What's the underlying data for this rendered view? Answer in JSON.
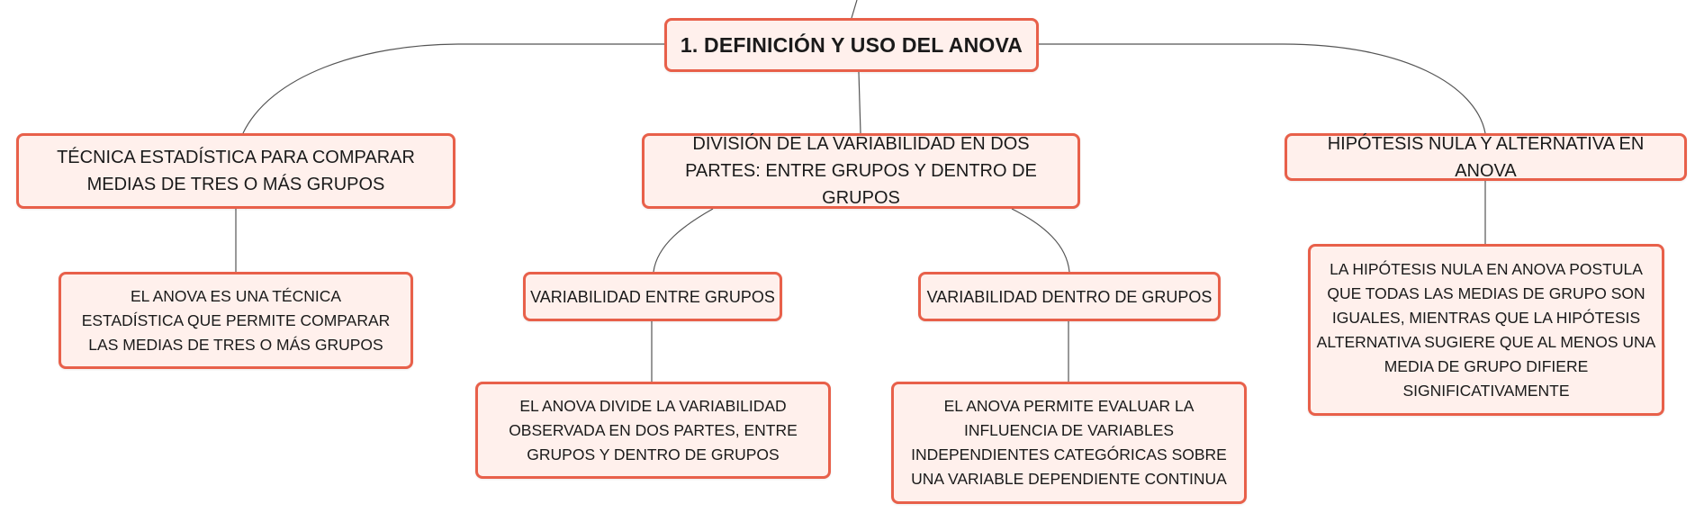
{
  "nodes": {
    "root": "1. DEFINICIÓN Y USO DEL ANOVA",
    "tecnica": "TÉCNICA ESTADÍSTICA PARA COMPARAR MEDIAS DE TRES O MÁS GRUPOS",
    "division": "DIVISIÓN DE LA VARIABILIDAD EN DOS PARTES: ENTRE GRUPOS Y DENTRO DE GRUPOS",
    "hipotesis": "HIPÓTESIS NULA Y ALTERNATIVA EN ANOVA",
    "anova_tecnica": "EL ANOVA ES UNA TÉCNICA ESTADÍSTICA QUE PERMITE COMPARAR LAS MEDIAS DE TRES O MÁS GRUPOS",
    "entre": "VARIABILIDAD ENTRE GRUPOS",
    "dentro": "VARIABILIDAD DENTRO DE GRUPOS",
    "hipotesis_desc": "LA HIPÓTESIS NULA EN ANOVA POSTULA QUE TODAS LAS MEDIAS DE GRUPO SON IGUALES, MIENTRAS QUE LA HIPÓTESIS ALTERNATIVA SUGIERE QUE AL MENOS UNA MEDIA DE GRUPO DIFIERE SIGNIFICATIVAMENTE",
    "entre_desc": "EL ANOVA DIVIDE LA VARIABILIDAD OBSERVADA EN DOS PARTES, ENTRE GRUPOS Y DENTRO DE GRUPOS",
    "dentro_desc": "EL ANOVA PERMITE EVALUAR LA INFLUENCIA DE VARIABLES INDEPENDIENTES CATEGÓRICAS SOBRE UNA VARIABLE DEPENDIENTE CONTINUA"
  },
  "colors": {
    "border": "#e8604a",
    "fill": "#fff0ec",
    "connector": "#555555"
  }
}
